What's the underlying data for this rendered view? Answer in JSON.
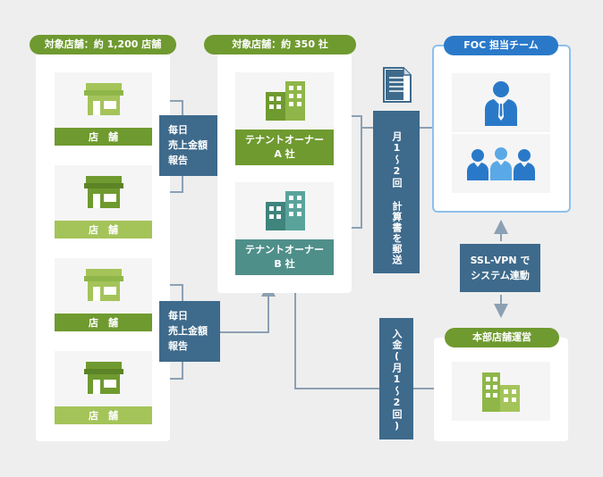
{
  "groups": {
    "stores_title": "対象店舗：約 1,200 店舗",
    "tenants_title": "対象店舗：約 350 社",
    "foc_title": "FOC 担当チーム",
    "hq_title": "本部店舗運営"
  },
  "stores": [
    {
      "label": "店　舗"
    },
    {
      "label": "店　舗"
    },
    {
      "label": "店　舗"
    },
    {
      "label": "店　舗"
    }
  ],
  "tenants": [
    {
      "line1": "テナントオーナー",
      "line2": "A 社"
    },
    {
      "line1": "テナントオーナー",
      "line2": "B 社"
    }
  ],
  "reports": [
    {
      "line1": "毎日",
      "line2": "売上金額",
      "line3": "報告"
    },
    {
      "line1": "毎日",
      "line2": "売上金額",
      "line3": "報告"
    }
  ],
  "monthly_send": "月1〜2回 計算書を郵送",
  "payment": "入金(月1〜2回)",
  "vpn": {
    "line1": "SSL-VPN で",
    "line2": "システム連動"
  },
  "colors": {
    "green_dark": "#6f9a2f",
    "green_light": "#a4c45a",
    "teal": "#4f8f8a",
    "navy": "#3e6a8c",
    "blue": "#2a79c9",
    "light_blue": "#5aa9e6"
  }
}
